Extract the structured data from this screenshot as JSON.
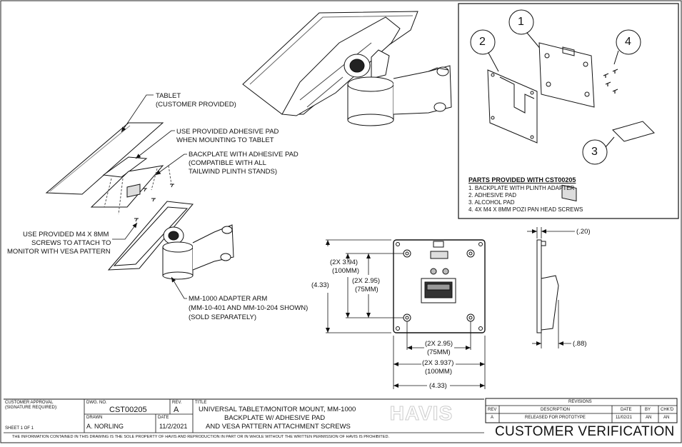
{
  "callouts": {
    "tablet_1": "TABLET",
    "tablet_2": "(CUSTOMER PROVIDED)",
    "adhesive_1": "USE PROVIDED ADHESIVE PAD",
    "adhesive_2": "WHEN MOUNTING TO TABLET",
    "backplate_1": "BACKPLATE WITH ADHESIVE PAD",
    "backplate_2": "(COMPATIBLE WITH ALL",
    "backplate_3": "TAILWIND PLINTH STANDS)",
    "screws_1": "USE PROVIDED M4 X 8MM",
    "screws_2": "SCREWS TO ATTACH TO",
    "screws_3": "MONITOR WITH VESA PATTERN",
    "arm_1": "MM-1000 ADAPTER ARM",
    "arm_2": "(MM-10-401 AND MM-10-204 SHOWN)",
    "arm_3": "(SOLD SEPARATELY)"
  },
  "balloons": [
    "1",
    "2",
    "3",
    "4"
  ],
  "parts": {
    "heading": "PARTS PROVIDED WITH CST00205",
    "items": [
      "1. BACKPLATE WITH PLINTH ADAPTER",
      "2. ADHESIVE PAD",
      "3. ALCOHOL PAD",
      "4. 4X M4 X 8MM POZI PAN HEAD SCREWS"
    ]
  },
  "dimensions": {
    "v_394_a": "(2X 3.94)",
    "v_394_b": "(100MM)",
    "v_295_a": "(2X 2.95)",
    "v_295_b": "(75MM)",
    "v_433": "(4.33)",
    "h_295_a": "(2X 2.95)",
    "h_295_b": "(75MM)",
    "h_3937_a": "(2X 3.937)",
    "h_3937_b": "(100MM)",
    "h_433": "(4.33)",
    "side_20": "(.20)",
    "side_88": "(.88)"
  },
  "title_block": {
    "approval_1": "CUSTOMER APPROVAL",
    "approval_2": "(SIGNATURE REQUIRED):",
    "sheet": "SHEET 1 OF 1",
    "dwg_no_label": "DWG. NO.",
    "dwg_no": "CST00205",
    "rev_label": "REV.",
    "rev": "A",
    "title_label": "TITLE",
    "title_1": "UNIVERSAL TABLET/MONITOR MOUNT, MM-1000",
    "title_2": "BACKPLATE W/ ADHESIVE PAD",
    "title_3": "AND VESA PATTERN ATTACHMENT SCREWS",
    "drawn_label": "DRAWN",
    "drawn": "A. NORLING",
    "date_label": "DATE",
    "date": "11/2/2021",
    "logo": "HAVIS",
    "notice": "THE INFORMATION CONTAINED IN THIS DRAWING IS THE SOLE PROPERTY OF HAVIS AND REPRODUCTION IN PART OR IN WHOLE WITHOUT THE WRITTEN PERMISSION OF HAVIS IS PROHIBITED."
  },
  "revisions": {
    "header": "REVISIONS",
    "columns": [
      "REV",
      "DESCRIPTION",
      "DATE",
      "BY",
      "CHK'D"
    ],
    "rows": [
      [
        "A",
        "RELEASED FOR PROTOTYPE",
        "11/02/21",
        "AN",
        "AN"
      ]
    ]
  },
  "stamp": "CUSTOMER VERIFICATION"
}
